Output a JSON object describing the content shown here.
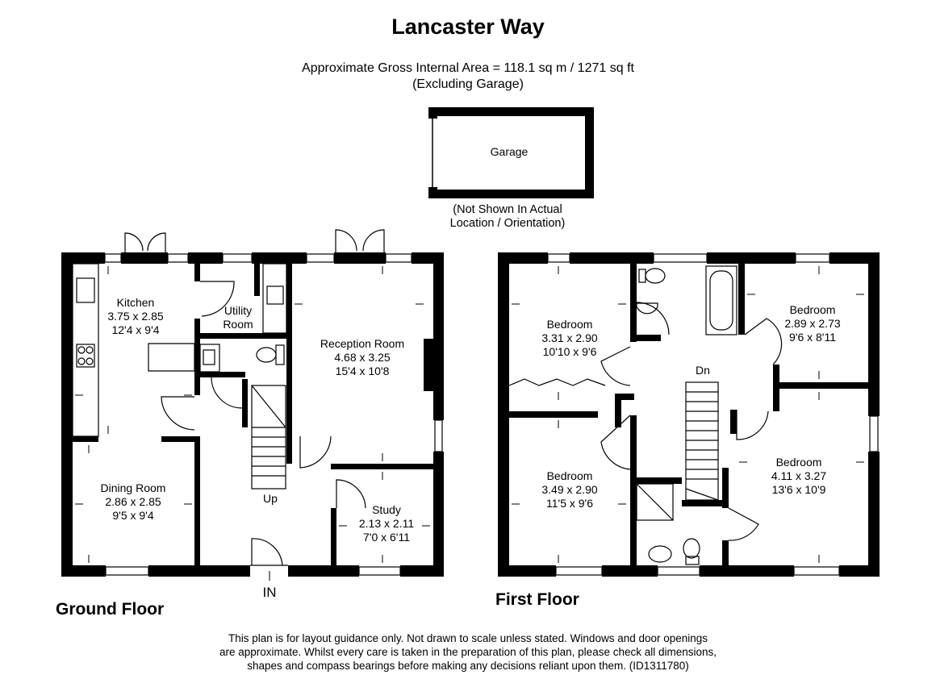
{
  "title": "Lancaster Way",
  "area": {
    "line1": "Approximate Gross Internal Area = 118.1 sq m / 1271 sq ft",
    "line2": "(Excluding Garage)"
  },
  "garage": {
    "name": "Garage",
    "note1": "(Not Shown In Actual",
    "note2": "Location / Orientation)"
  },
  "ground_floor": {
    "label": "Ground Floor",
    "entrance": "IN",
    "stairs": "Up",
    "rooms": {
      "kitchen": {
        "name": "Kitchen",
        "metric": "3.75 x 2.85",
        "imperial": "12'4 x 9'4"
      },
      "utility": {
        "name1": "Utility",
        "name2": "Room"
      },
      "reception": {
        "name": "Reception Room",
        "metric": "4.68 x 3.25",
        "imperial": "15'4 x 10'8"
      },
      "dining": {
        "name": "Dining Room",
        "metric": "2.86 x 2.85",
        "imperial": "9'5 x 9'4"
      },
      "study": {
        "name": "Study",
        "metric": "2.13 x 2.11",
        "imperial": "7'0 x 6'11"
      }
    }
  },
  "first_floor": {
    "label": "First Floor",
    "stairs": "Dn",
    "rooms": {
      "bedroom1": {
        "name": "Bedroom",
        "metric": "3.31 x 2.90",
        "imperial": "10'10 x 9'6"
      },
      "bedroom2": {
        "name": "Bedroom",
        "metric": "2.89 x 2.73",
        "imperial": "9'6 x 8'11"
      },
      "bedroom3": {
        "name": "Bedroom",
        "metric": "3.49 x 2.90",
        "imperial": "11'5 x 9'6"
      },
      "bedroom4": {
        "name": "Bedroom",
        "metric": "4.11 x 3.27",
        "imperial": "13'6 x 10'9"
      }
    }
  },
  "disclaimer": {
    "line1": "This plan is for layout guidance only. Not drawn to scale unless stated. Windows and door openings",
    "line2": "are approximate. Whilst every care is taken in the preparation of this plan, please check all dimensions,",
    "line3": "shapes and compass bearings before making any decisions reliant upon them. (ID1311780)"
  }
}
